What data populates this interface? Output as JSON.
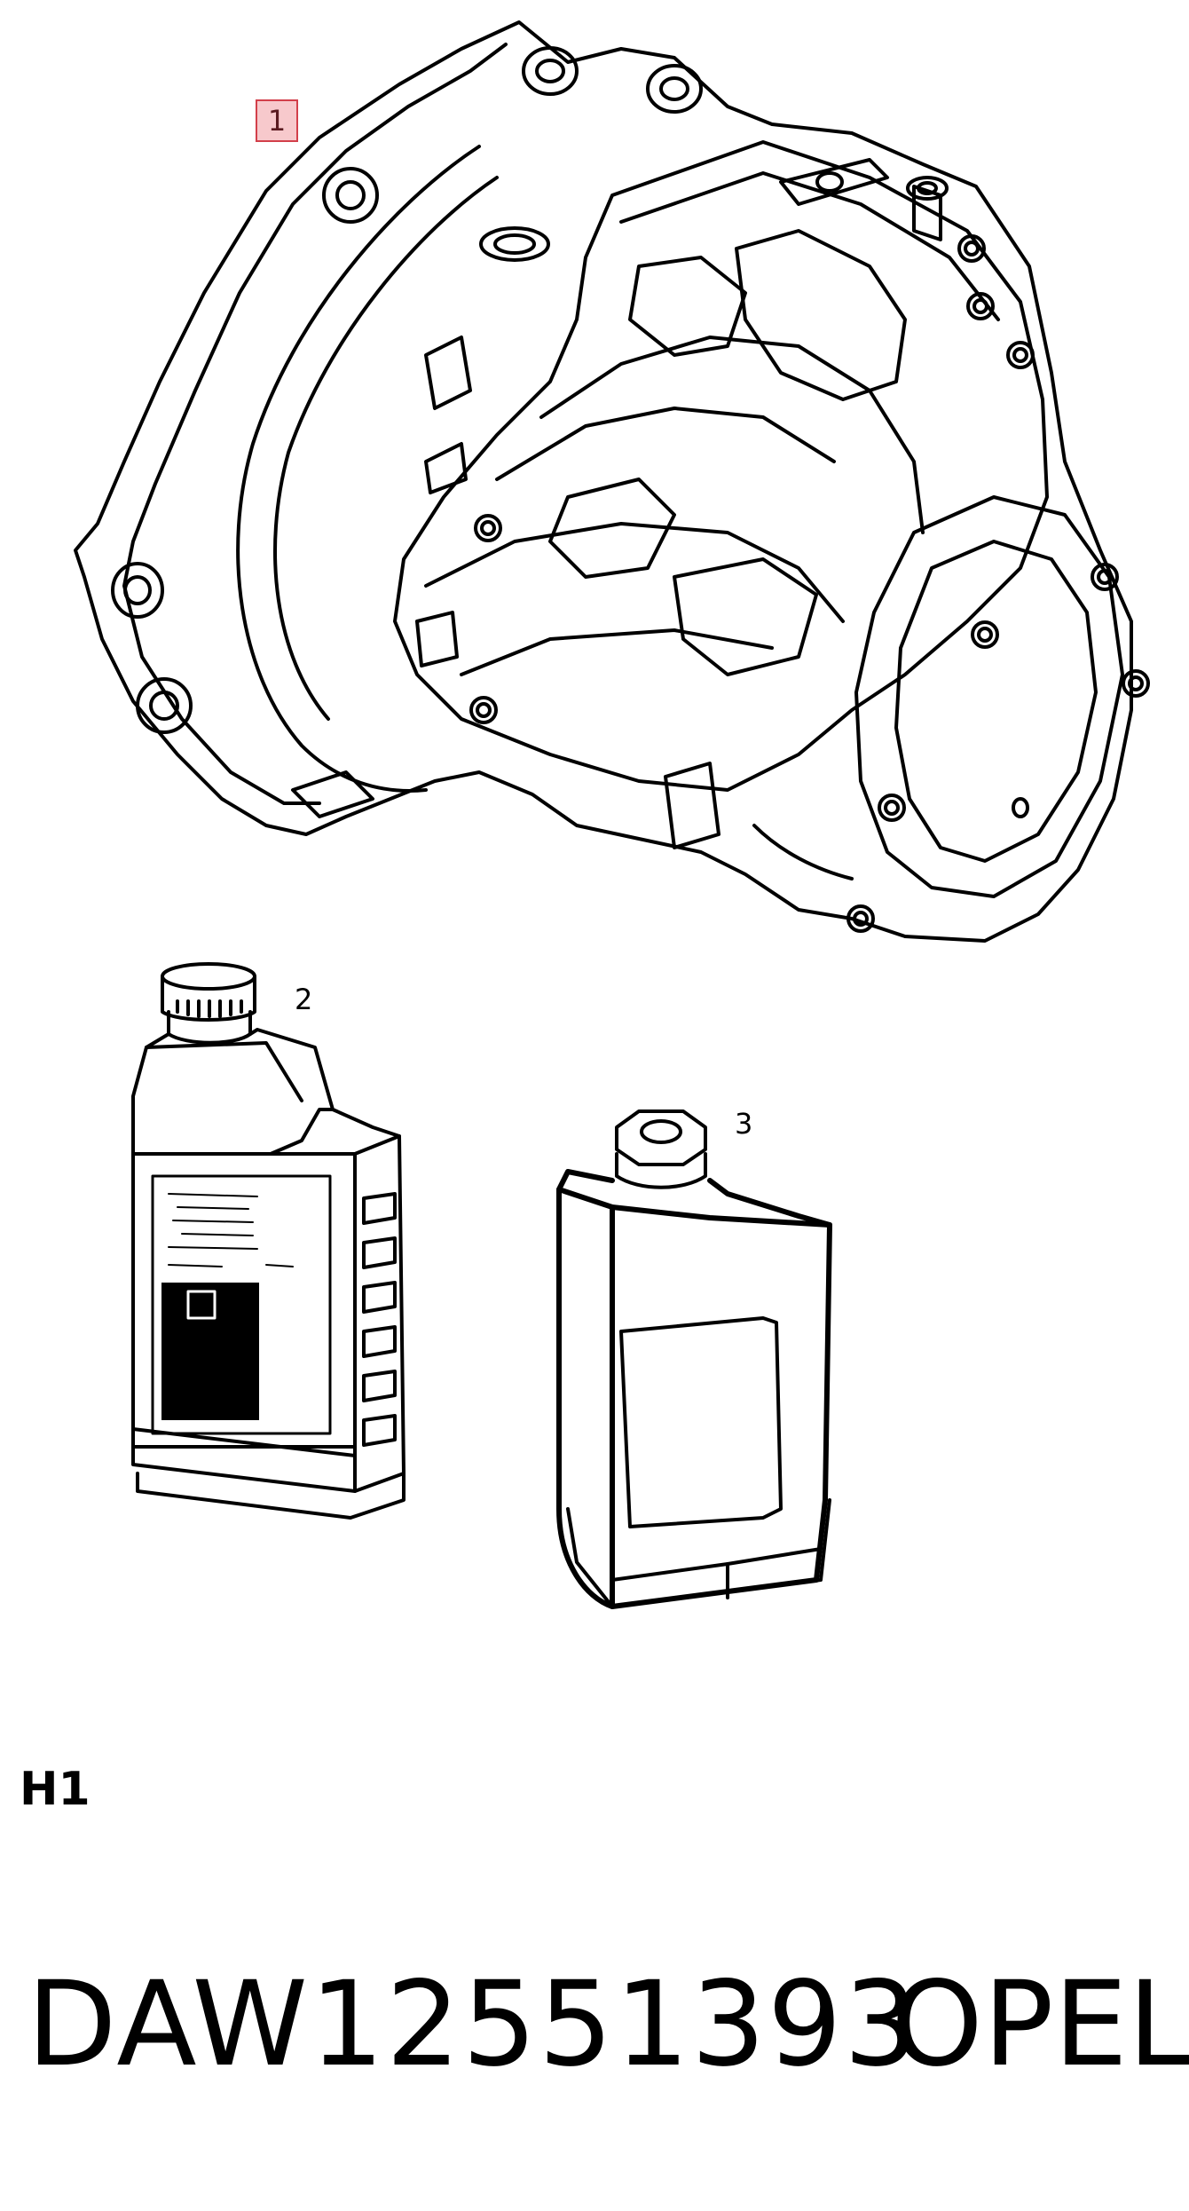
{
  "callouts": {
    "item1": "1",
    "item2": "2",
    "item3": "3"
  },
  "section_code": "H1",
  "part_number": "DAW12551393",
  "brand": "OPEL",
  "colors": {
    "highlight_fill": "#f7c9cc",
    "highlight_border": "#d23f4a",
    "line": "#000000"
  }
}
